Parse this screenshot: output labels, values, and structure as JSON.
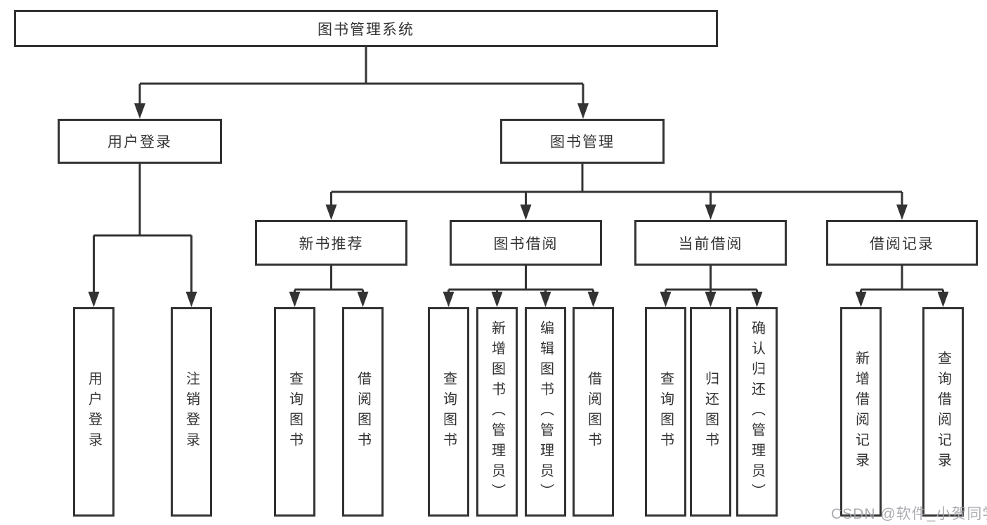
{
  "diagram": {
    "root": {
      "label": "图书管理系统"
    },
    "branches": [
      {
        "label": "用户登录",
        "children": [
          {
            "label": "用户登录"
          },
          {
            "label": "注销登录"
          }
        ]
      },
      {
        "label": "图书管理",
        "children": [
          {
            "label": "新书推荐",
            "children": [
              {
                "label": "查询图书"
              },
              {
                "label": "借阅图书"
              }
            ]
          },
          {
            "label": "图书借阅",
            "children": [
              {
                "label": "查询图书"
              },
              {
                "label": "新增图书（管理员）"
              },
              {
                "label": "编辑图书（管理员）"
              },
              {
                "label": "借阅图书"
              }
            ]
          },
          {
            "label": "当前借阅",
            "children": [
              {
                "label": "查询图书"
              },
              {
                "label": "归还图书"
              },
              {
                "label": "确认归还（管理员）"
              }
            ]
          },
          {
            "label": "借阅记录",
            "children": [
              {
                "label": "新增借阅记录"
              },
              {
                "label": "查询借阅记录"
              }
            ]
          }
        ]
      }
    ]
  },
  "watermark": {
    "text": "CSDN @软件_小贺同学"
  },
  "colors": {
    "background": "#ffffff",
    "line": "#333333",
    "text": "#333333",
    "watermark": "#a0a2a8"
  }
}
